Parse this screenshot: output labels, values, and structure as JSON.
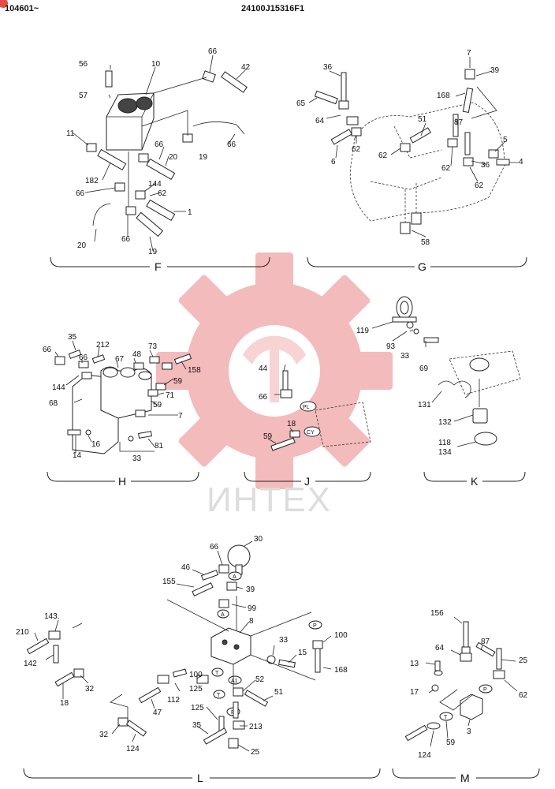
{
  "header": {
    "serial": "104601~",
    "code": "24100J15316F1"
  },
  "watermark": {
    "text": "ИНТЕХ",
    "gear_color": "#e84a4a"
  },
  "sections": {
    "F": {
      "label": "F",
      "parts": [
        "56",
        "10",
        "66",
        "42",
        "57",
        "11",
        "66",
        "66",
        "19",
        "20",
        "182",
        "144",
        "66",
        "62",
        "1",
        "66",
        "20",
        "19"
      ]
    },
    "G": {
      "label": "G",
      "parts": [
        "7",
        "36",
        "39",
        "65",
        "168",
        "64",
        "51",
        "87",
        "62",
        "6",
        "62",
        "5",
        "62",
        "36",
        "4",
        "62",
        "58"
      ]
    },
    "H": {
      "label": "H",
      "parts": [
        "35",
        "212",
        "48",
        "73",
        "66",
        "66",
        "67",
        "158",
        "144",
        "59",
        "71",
        "68",
        "59",
        "7",
        "14",
        "16",
        "33",
        "81"
      ]
    },
    "J": {
      "label": "J",
      "parts": [
        "44",
        "66",
        "18",
        "59"
      ]
    },
    "K": {
      "label": "K",
      "parts": [
        "119",
        "93",
        "33",
        "69",
        "131",
        "132",
        "118",
        "134"
      ]
    },
    "L": {
      "label": "L",
      "parts": [
        "30",
        "66",
        "46",
        "155",
        "39",
        "99",
        "8",
        "143.",
        "210",
        "142",
        "33",
        "100",
        "15",
        "168",
        "32",
        "18",
        "100",
        "52",
        "112",
        "125",
        "47",
        "51",
        "125",
        "32",
        "124",
        "35",
        "213",
        "25"
      ]
    },
    "M": {
      "label": "M",
      "parts": [
        "156",
        "87",
        "64",
        "13",
        "25",
        "17",
        "62",
        "3",
        "124",
        "59"
      ]
    }
  },
  "tags": {
    "J": [
      "PL",
      "CY"
    ],
    "L": [
      "A",
      "A",
      "T",
      "T",
      "A1",
      "P",
      "P"
    ],
    "M": [
      "P",
      "T"
    ]
  }
}
